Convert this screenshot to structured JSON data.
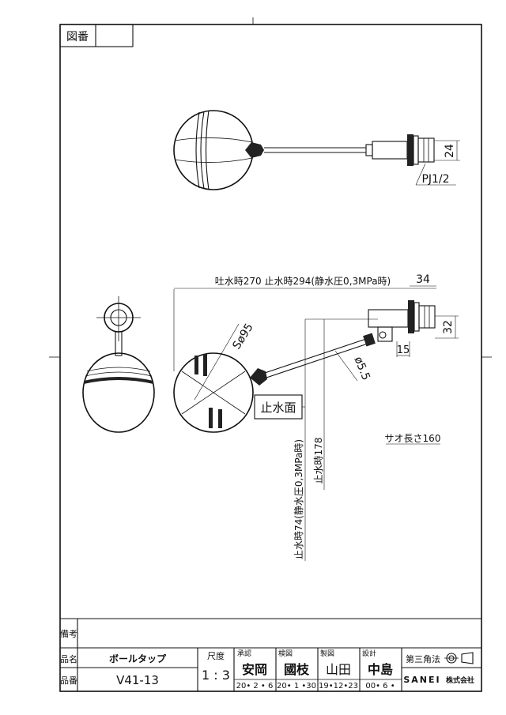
{
  "header": {
    "drawing_no_label": "図番",
    "drawing_no_value": ""
  },
  "dimensions": {
    "connection_height": "24",
    "thread": "PJ1/2",
    "arm_length_text": "吐水時270  止水時294(静水圧0,3MPa時)",
    "body_length": "34",
    "body_height": "32",
    "offset": "15",
    "ball_diameter": "Sø95",
    "rod_diameter": "ø5.5",
    "stop_water_surface": "止水面",
    "rod_length": "サオ長さ160",
    "stop_height_178": "止水時178",
    "stop_height_74": "止水時74(静水圧0,3MPa時)"
  },
  "title_block": {
    "remarks_label": "備考",
    "name_label": "品名",
    "name_value": "ボールタップ",
    "number_label": "品番",
    "number_value": "V41-13",
    "scale_label": "尺度",
    "scale_value": "1 : 3",
    "approve_label": "承認",
    "approve_name": "安岡",
    "approve_date": "20• 2 • 6",
    "check_label": "検図",
    "check_name": "國枝",
    "check_date": "20• 1 •30",
    "draw_label": "製図",
    "draw_name": "山田",
    "draw_date": "19•12•23",
    "design_label": "設計",
    "design_name": "中島",
    "design_date": "00• 6 •",
    "projection_label": "第三角法",
    "company": "SANEI",
    "company_suffix": "株式会社"
  }
}
